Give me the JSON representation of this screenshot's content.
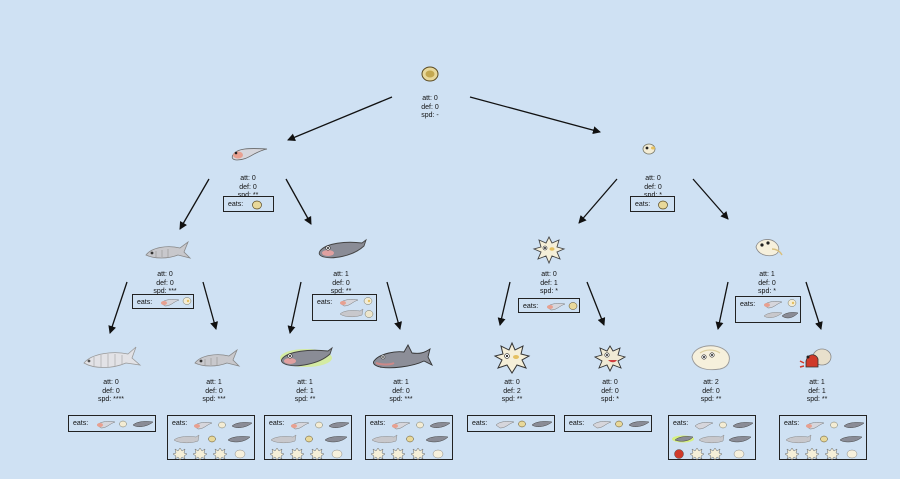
{
  "eats_label": "eats:",
  "nodes": {
    "root": {
      "att": "att: 0",
      "def": "def: 0",
      "spd": "spd: -",
      "icon": "egg-icon"
    },
    "l1a": {
      "att": "att: 0",
      "def": "def: 0",
      "spd": "spd: **",
      "icon": "larva-icon"
    },
    "l1b": {
      "att": "att: 0",
      "def": "def: 0",
      "spd": "spd: *",
      "icon": "small-puffer-icon"
    },
    "l2a": {
      "att": "att: 0",
      "def": "def: 0",
      "spd": "spd: ***",
      "icon": "bony-fish-icon"
    },
    "l2b": {
      "att": "att: 1",
      "def": "def: 0",
      "spd": "spd: **",
      "icon": "grey-fish-icon"
    },
    "l2c": {
      "att": "att: 0",
      "def": "def: 1",
      "spd": "spd: *",
      "icon": "spiky-puffer-icon"
    },
    "l2d": {
      "att": "att: 1",
      "def": "def: 0",
      "spd": "spd: *",
      "icon": "shell-creature-icon"
    },
    "l3a": {
      "att": "att: 0",
      "def": "def: 0",
      "spd": "spd: ****",
      "icon": "skeleton-fish-icon"
    },
    "l3b": {
      "att": "att: 1",
      "def": "def: 0",
      "spd": "spd: ***",
      "icon": "bony-fish-icon"
    },
    "l3c": {
      "att": "att: 1",
      "def": "def: 1",
      "spd": "spd: **",
      "icon": "glowing-eel-icon"
    },
    "l3d": {
      "att": "att: 1",
      "def": "def: 0",
      "spd": "spd: ***",
      "icon": "shark-icon"
    },
    "l3e": {
      "att": "att: 0",
      "def": "def: 2",
      "spd": "spd: **",
      "icon": "spiky-puffer-icon"
    },
    "l3f": {
      "att": "att: 0",
      "def": "def: 0",
      "spd": "spd: *",
      "icon": "biting-puffer-icon"
    },
    "l3g": {
      "att": "att: 2",
      "def": "def: 0",
      "spd": "spd: **",
      "icon": "big-shell-icon"
    },
    "l3h": {
      "att": "att: 1",
      "def": "def: 1",
      "spd": "spd: **",
      "icon": "hermit-crab-icon"
    }
  },
  "colors": {
    "background": "#cfe1f3",
    "stroke": "#222222"
  }
}
